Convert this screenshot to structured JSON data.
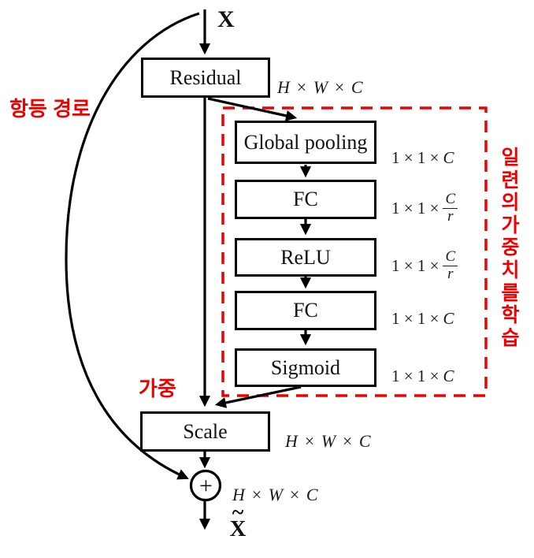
{
  "nodes": {
    "input": {
      "label": "X"
    },
    "residual": {
      "label": "Residual",
      "dim": "H × W × C"
    },
    "global_pooling": {
      "label": "Global pooling",
      "dim_prefix": "1 × 1 ×",
      "dim_var": "C"
    },
    "fc1": {
      "label": "FC",
      "dim_prefix": "1 × 1 ×",
      "dim_num": "C",
      "dim_den": "r"
    },
    "relu": {
      "label": "ReLU",
      "dim_prefix": "1 × 1 ×",
      "dim_num": "C",
      "dim_den": "r"
    },
    "fc2": {
      "label": "FC",
      "dim_prefix": "1 × 1 ×",
      "dim_var": "C"
    },
    "sigmoid": {
      "label": "Sigmoid",
      "dim_prefix": "1 × 1 ×",
      "dim_var": "C"
    },
    "scale": {
      "label": "Scale",
      "dim": "H × W × C"
    },
    "sum": {
      "symbol": "+",
      "dim": "H × W × C"
    },
    "output": {
      "label": "X",
      "tilde": "~"
    }
  },
  "annotations": {
    "identity_path": "항등 경로",
    "weighting": "가중",
    "learn_weights_vertical": "일련의가중치를학습"
  },
  "colors": {
    "annotation_red": "#ee0000",
    "line_black": "#000000",
    "background": "#ffffff"
  }
}
